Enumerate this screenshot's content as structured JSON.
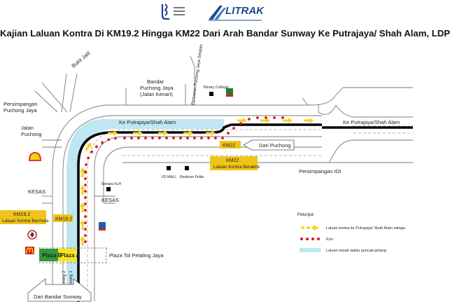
{
  "header": {
    "title": "Kajian Laluan Kontra Di KM19.2 Hingga KM22 Dari Arah Bandar Sunway Ke Putrajaya/ Shah Alam, LDP",
    "logo_litrak": "LITRAK"
  },
  "places": {
    "bukit_jalil": "Bukit Jalil",
    "persimpangan_puchong_jaya": [
      "Persimpangan",
      "Puchong Jaya"
    ],
    "jalan_puchong": [
      "Jalan",
      "Puchong"
    ],
    "bandar_puchong_jaya": [
      "Bandar",
      "Puchong Jaya",
      "(Jalan Kenari)"
    ],
    "persiaran_puchong_jaya_selatan": "Persiaran Puchong Jaya Selatan",
    "binary_college": "Binary College",
    "ioi_mall": "IOI MALL",
    "restoran_pelita": "Restoran Pelita",
    "menara_kwsp": "Menara KLH",
    "persimpangan_ioi": "Persimpangan IOI",
    "kesas_1": "KESAS",
    "kesas_2": "KESAS",
    "ke_putrajaya_top": "Ke Putrajaya/Shah Alam",
    "ke_putrajaya_right": "Ke Putrajaya/Shah Alam",
    "dari_puchong": "Dari Puchong",
    "plaza_tol": "Plaza Tol Petaling Jaya",
    "dari_bandar_sunway": "Dari Bandar Sunway",
    "plaza_b": "Plaza B",
    "plaza_a": "Plaza A",
    "lorong_2": "Lorong 2",
    "lorong_1": "Lorong 1"
  },
  "labels": {
    "km19_small": "KM19.2",
    "km22_small": "KM22",
    "km19_box": [
      "KM19.2",
      "Laluan Kontra Bermula"
    ],
    "km22_box": [
      "KM22",
      "Laluan Kontra Berakhir"
    ]
  },
  "legend": {
    "title": "Petunjuk",
    "items": [
      {
        "key": "arrow",
        "label": "Laluan kontra ke Putrajaya/ Shah Alam sahaja"
      },
      {
        "key": "cone",
        "label": "Kon"
      },
      {
        "key": "congestion",
        "label": "Laluan sesak waktu puncak petang"
      }
    ]
  },
  "colors": {
    "road_edge": "#7a7a7a",
    "lane_black": "#000000",
    "congestion": "#bfe7f2",
    "arrow": "#f5d21b",
    "cone": "#e0141c",
    "km_box": "#f0c419",
    "plaza_a": "#f5e616",
    "plaza_b": "#2e9a3a"
  }
}
